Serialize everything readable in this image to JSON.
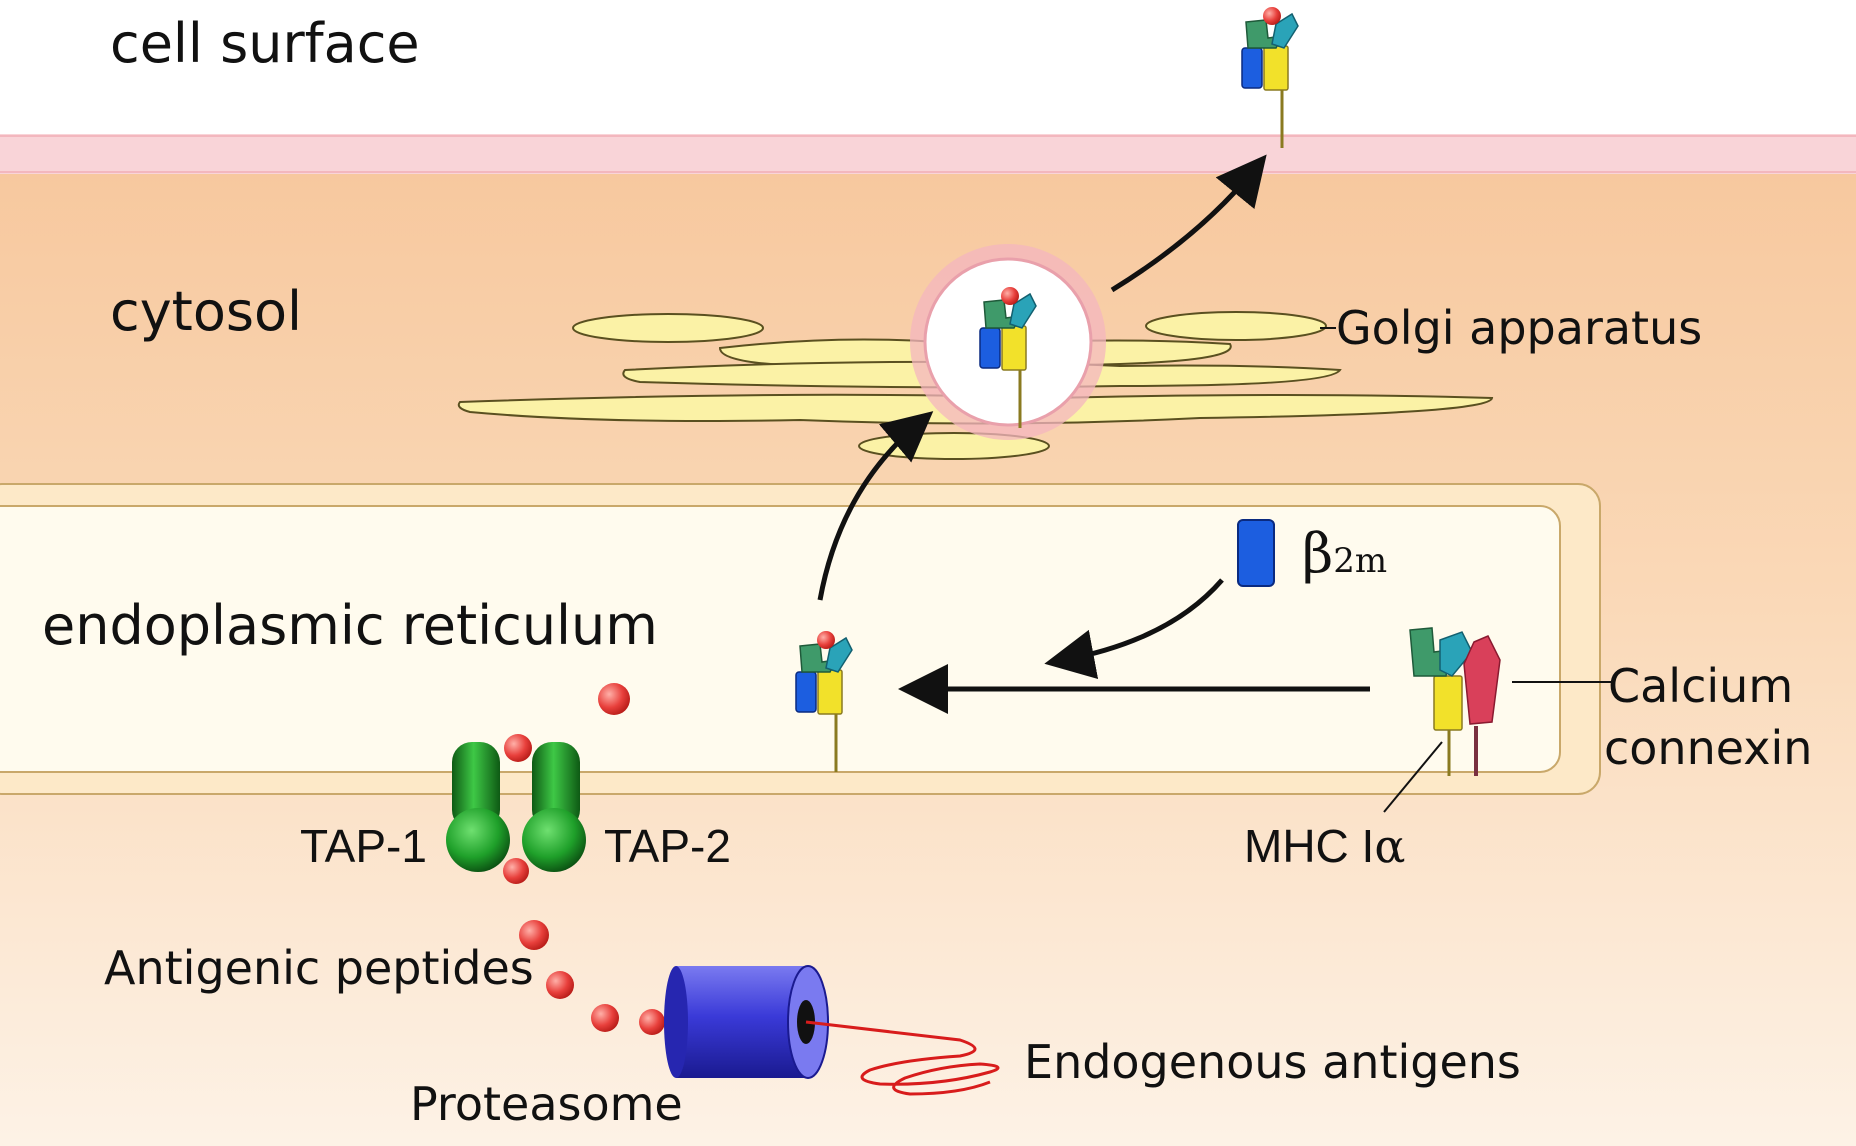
{
  "regions": {
    "cell_surface": "cell surface",
    "cytosol": "cytosol",
    "er": "endoplasmic reticulum"
  },
  "labels": {
    "golgi": "Golgi apparatus",
    "beta2m_main": "β",
    "beta2m_sub": "2m",
    "calcium_line1": "Calcium",
    "calcium_line2": "connexin",
    "mhc_main": "MHC I",
    "mhc_alpha": "α",
    "tap1": "TAP-1",
    "tap2": "TAP-2",
    "antigenic_peptides": "Antigenic peptides",
    "proteasome": "Proteasome",
    "endogenous_antigens": "Endogenous antigens"
  },
  "colors": {
    "cytosol_top": "#f7c89e",
    "cytosol_bottom": "#fdf2e4",
    "membrane": "#f9d4d8",
    "er_fill": "#fffbee",
    "er_border": "#c9a86a",
    "golgi_fill": "#fbf2a6",
    "peptide": "#e8403c",
    "mhc_yellow": "#f2e12a",
    "mhc_blue": "#1c5ee0",
    "mhc_teal": "#2aa3b8",
    "mhc_green": "#3f9a6a",
    "calnexin": "#d9405a",
    "tap_green": "#1fa02a",
    "proteasome": "#3a3ad8",
    "antigen_red": "#d81c1c"
  }
}
